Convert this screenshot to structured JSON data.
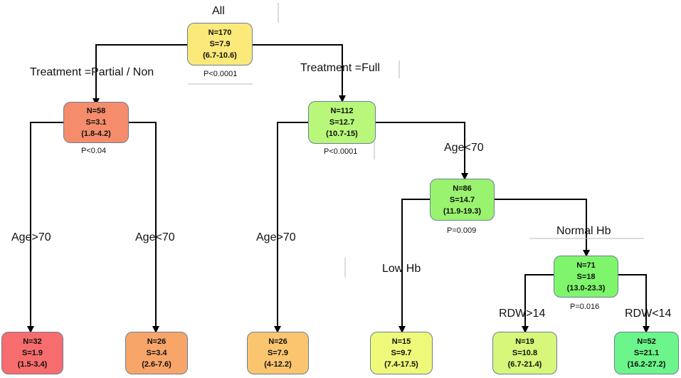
{
  "diagram": {
    "root_label": "All",
    "nodes": {
      "root": {
        "n": "N=170",
        "s": "S=7.9",
        "ci": "(6.7-10.6)",
        "color": "#fbe97a"
      },
      "partial": {
        "n": "N=58",
        "s": "S=3.1",
        "ci": "(1.8-4.2)",
        "color": "#f58c6b"
      },
      "full": {
        "n": "N=112",
        "s": "S=12.7",
        "ci": "(10.7-15)",
        "color": "#b9f77a"
      },
      "age_young": {
        "n": "N=86",
        "s": "S=14.7",
        "ci": "(11.9-19.3)",
        "color": "#9af36f"
      },
      "normal_hb": {
        "n": "N=71",
        "s": "S=18",
        "ci": "(13.0-23.3)",
        "color": "#7ef56b"
      },
      "leaf_partial_old": {
        "n": "N=32",
        "s": "S=1.9",
        "ci": "(1.5-3.4)",
        "color": "#f76c6c"
      },
      "leaf_partial_young": {
        "n": "N=26",
        "s": "S=3.4",
        "ci": "(2.6-7.6)",
        "color": "#f8a56a"
      },
      "leaf_full_old": {
        "n": "N=26",
        "s": "S=7.9",
        "ci": "(4-12.2)",
        "color": "#fbc56f"
      },
      "leaf_low_hb": {
        "n": "N=15",
        "s": "S=9.7",
        "ci": "(7.4-17.5)",
        "color": "#eef97a"
      },
      "leaf_rdw_high": {
        "n": "N=19",
        "s": "S=10.8",
        "ci": "(6.7-21.4)",
        "color": "#d6f77a"
      },
      "leaf_rdw_low": {
        "n": "N=52",
        "s": "S=21.1",
        "ci": "(16.2-27.2)",
        "color": "#6cf58a"
      }
    },
    "edge_labels": {
      "treatment_partial": "Treatment =Partial / Non",
      "treatment_full": "Treatment =Full",
      "age_gt70_a": "Age>70",
      "age_lt70_a": "Age<70",
      "age_gt70_b": "Age>70",
      "age_lt70_b": "Age<70",
      "low_hb": "Low Hb",
      "normal_hb": "Normal Hb",
      "rdw_gt14": "RDW>14",
      "rdw_lt14": "RDW<14"
    },
    "p_values": {
      "root": "P<0.0001",
      "partial": "P<0.04",
      "full": "P<0.0001",
      "age_young": "P=0.009",
      "normal_hb": "P=0.016"
    }
  }
}
